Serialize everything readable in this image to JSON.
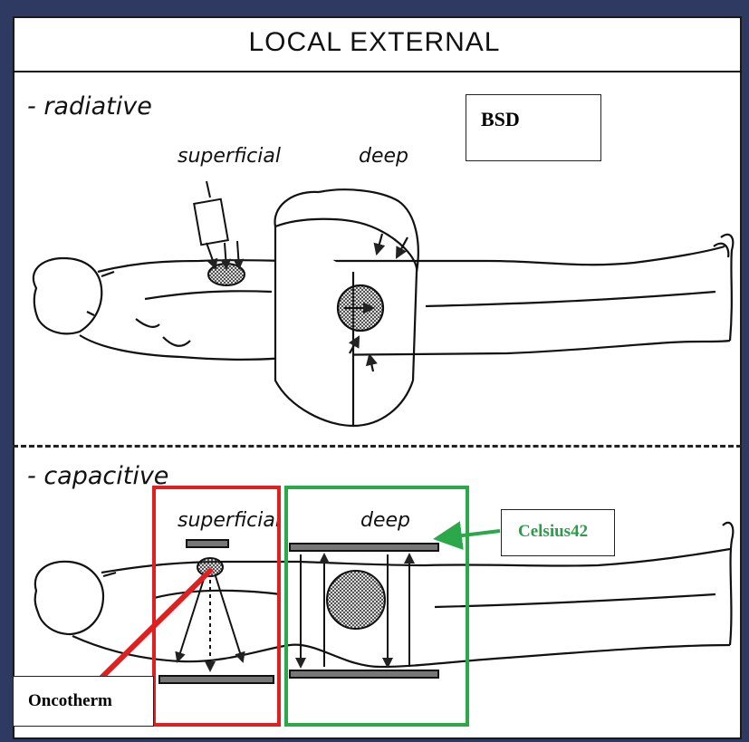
{
  "title": "LOCAL EXTERNAL",
  "sections": {
    "radiative": {
      "label": "- radiative",
      "superficial": "superficial",
      "deep": "deep"
    },
    "capacitive": {
      "label": "- capacitive",
      "superficial": "superficial",
      "deep": "deep"
    }
  },
  "labels": {
    "bsd": "BSD",
    "celsius": "Celsius42",
    "oncotherm": "Oncotherm"
  },
  "colors": {
    "background": "#2f3a63",
    "highlight_red": "#e02020",
    "highlight_green": "#2aa84a"
  }
}
